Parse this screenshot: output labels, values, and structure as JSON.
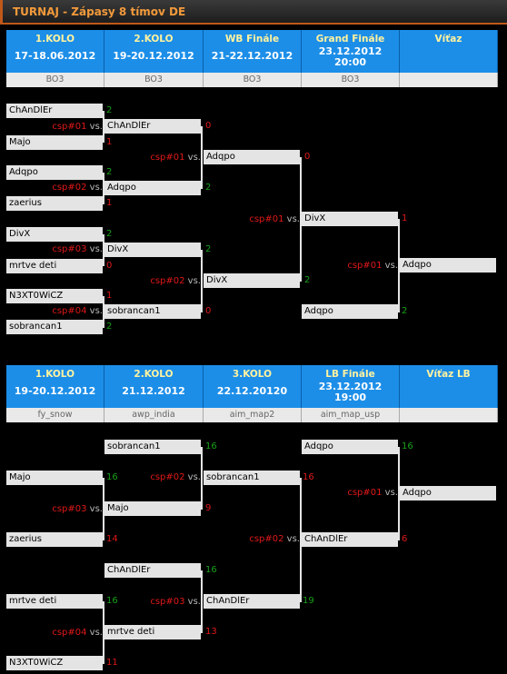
{
  "title": "TURNAJ - Zápasy 8 tímov DE",
  "wb": {
    "headers": [
      {
        "t": "1.KOLO",
        "d": "17-18.06.2012",
        "s": "BO3"
      },
      {
        "t": "2.KOLO",
        "d": "19-20.12.2012",
        "s": "BO3"
      },
      {
        "t": "WB Finále",
        "d": "21-22.12.2012",
        "s": "BO3"
      },
      {
        "t": "Grand Finále",
        "d": "23.12.2012\n20:00",
        "s": "BO3"
      },
      {
        "t": "Víťaz",
        "d": "",
        "s": ""
      }
    ],
    "slots": [
      {
        "n": "ChAnDlEr",
        "s": "2",
        "c": "g"
      },
      {
        "n": "Majo",
        "s": "1",
        "c": "r"
      },
      {
        "n": "Adqpo",
        "s": "2",
        "c": "g"
      },
      {
        "n": "zaerius",
        "s": "1",
        "c": "r"
      },
      {
        "n": "DivX",
        "s": "2",
        "c": "g"
      },
      {
        "n": "mrtve deti",
        "s": "0",
        "c": "r"
      },
      {
        "n": "N3XT0WiCZ",
        "s": "1",
        "c": "r"
      },
      {
        "n": "sobrancan1",
        "s": "2",
        "c": "g"
      },
      {
        "n": "ChAnDlEr",
        "s": "0",
        "c": "r"
      },
      {
        "n": "Adqpo",
        "s": "2",
        "c": "g"
      },
      {
        "n": "DivX",
        "s": "2",
        "c": "g"
      },
      {
        "n": "sobrancan1",
        "s": "0",
        "c": "r"
      },
      {
        "n": "Adqpo",
        "s": "0",
        "c": "r"
      },
      {
        "n": "DivX",
        "s": "2",
        "c": "g"
      },
      {
        "n": "DivX",
        "s": "1",
        "c": "r"
      },
      {
        "n": "Adqpo",
        "s": "2",
        "c": "g"
      },
      {
        "n": "Adqpo",
        "s": "",
        "c": "g"
      }
    ],
    "vs": [
      "csp#01",
      "csp#02",
      "csp#03",
      "csp#04",
      "csp#01",
      "csp#02",
      "csp#01",
      "csp#01"
    ]
  },
  "lb": {
    "headers": [
      {
        "t": "1.KOLO",
        "d": "19-20.12.2012",
        "s": "fy_snow"
      },
      {
        "t": "2.KOLO",
        "d": "21.12.2012",
        "s": "awp_india"
      },
      {
        "t": "3.KOLO",
        "d": "22.12.20120",
        "s": "aim_map2"
      },
      {
        "t": "LB Finále",
        "d": "23.12.2012\n19:00",
        "s": "aim_map_usp"
      },
      {
        "t": "Víťaz LB",
        "d": "",
        "s": ""
      }
    ],
    "slots": [
      {
        "n": "Majo",
        "s": "16",
        "c": "g"
      },
      {
        "n": "zaerius",
        "s": "14",
        "c": "r"
      },
      {
        "n": "mrtve deti",
        "s": "16",
        "c": "g"
      },
      {
        "n": "N3XT0WiCZ",
        "s": "11",
        "c": "r"
      },
      {
        "n": "sobrancan1",
        "s": "16",
        "c": "g"
      },
      {
        "n": "Majo",
        "s": "9",
        "c": "r"
      },
      {
        "n": "ChAnDlEr",
        "s": "16",
        "c": "g"
      },
      {
        "n": "mrtve deti",
        "s": "13",
        "c": "r"
      },
      {
        "n": "sobrancan1",
        "s": "16",
        "c": "r"
      },
      {
        "n": "ChAnDlEr",
        "s": "19",
        "c": "g"
      },
      {
        "n": "Adqpo",
        "s": "16",
        "c": "g"
      },
      {
        "n": "ChAnDlEr",
        "s": "6",
        "c": "r"
      },
      {
        "n": "Adqpo",
        "s": "",
        "c": "g"
      }
    ],
    "vs": [
      "csp#03",
      "csp#04",
      "csp#02",
      "csp#03",
      "csp#02",
      "csp#01"
    ]
  }
}
